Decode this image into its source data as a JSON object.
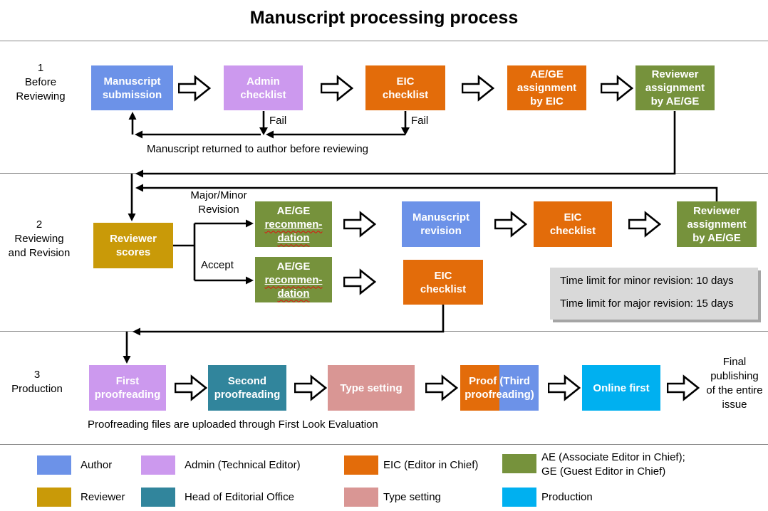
{
  "title": "Manuscript processing process",
  "sections": [
    {
      "lines": [
        "1",
        "Before",
        "Reviewing"
      ]
    },
    {
      "lines": [
        "2",
        "Reviewing",
        "and Revision"
      ]
    },
    {
      "lines": [
        "3",
        "Production"
      ]
    }
  ],
  "boxes": {
    "manuscript_submission": {
      "l1": "Manuscript",
      "l2": "submission"
    },
    "admin_checklist": {
      "l1": "Admin",
      "l2": "checklist"
    },
    "eic_checklist_1": {
      "l1": "EIC",
      "l2": "checklist"
    },
    "aege_assignment": {
      "l1": "AE/GE",
      "l2": "assignment",
      "l3": "by EIC"
    },
    "reviewer_assignment_1": {
      "l1": "Reviewer",
      "l2": "assignment",
      "l3": "by AE/GE"
    },
    "reviewer_scores": {
      "l1": "Reviewer",
      "l2": "scores"
    },
    "aege_recommendation": {
      "l1": "AE/GE",
      "l2": "recommen-",
      "l3": "dation"
    },
    "manuscript_revision": {
      "l1": "Manuscript",
      "l2": "revision"
    },
    "eic_checklist_2": {
      "l1": "EIC",
      "l2": "checklist"
    },
    "reviewer_assignment_2": {
      "l1": "Reviewer",
      "l2": "assignment",
      "l3": "by AE/GE"
    },
    "eic_checklist_3": {
      "l1": "EIC",
      "l2": "checklist"
    },
    "first_proofreading": {
      "l1": "First",
      "l2": "proofreading"
    },
    "second_proofreading": {
      "l1": "Second",
      "l2": "proofreading"
    },
    "type_setting": {
      "l1": "Type setting"
    },
    "proof_third": {
      "l1": "Proof (Third",
      "l2": "proofreading)"
    },
    "online_first": {
      "l1": "Online first"
    }
  },
  "annotations": {
    "fail_1": "Fail",
    "fail_2": "Fail",
    "returned": "Manuscript returned to author before reviewing",
    "major_minor_l1": "Major/Minor",
    "major_minor_l2": "Revision",
    "accept": "Accept",
    "note_line1": "Time limit for minor revision: 10 days",
    "note_line2": "Time limit for major revision: 15 days",
    "proofreading_note": "Proofreading files are uploaded through First Look Evaluation",
    "final_l1": "Final",
    "final_l2": "publishing",
    "final_l3": "of the entire",
    "final_l4": "issue"
  },
  "colors": {
    "author": "#6C92E8",
    "admin": "#CC99EE",
    "eic": "#E36C0A",
    "aege": "#76923C",
    "reviewer": "#C99A08",
    "head": "#31859C",
    "typesetting": "#D99694",
    "production": "#00B0F0",
    "note_bg": "#D9D9D9"
  },
  "legend": {
    "items": [
      {
        "color": "#6C92E8",
        "label": "Author"
      },
      {
        "color": "#CC99EE",
        "label": "Admin (Technical Editor)"
      },
      {
        "color": "#E36C0A",
        "label": "EIC (Editor in Chief)"
      },
      {
        "color": "#76923C",
        "label": "AE (Associate Editor in Chief);",
        "label2": "GE (Guest Editor in Chief)"
      },
      {
        "color": "#C99A08",
        "label": "Reviewer"
      },
      {
        "color": "#31859C",
        "label": "Head of Editorial Office"
      },
      {
        "color": "#D99694",
        "label": "Type setting"
      },
      {
        "color": "#00B0F0",
        "label": "Production"
      }
    ]
  }
}
